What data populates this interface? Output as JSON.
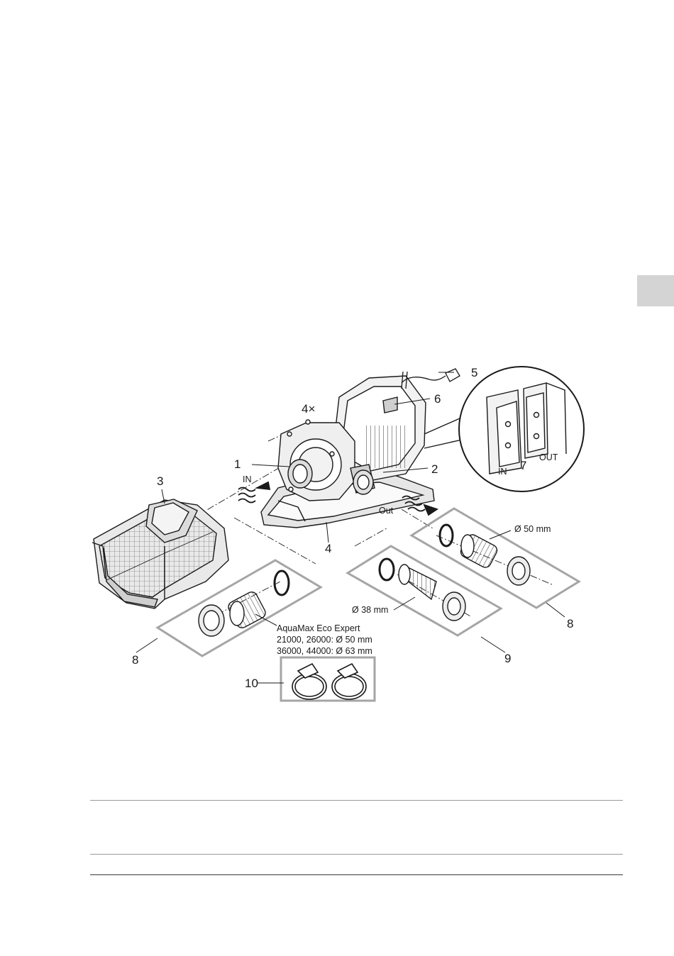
{
  "callouts": {
    "c1": "1",
    "c2": "2",
    "c3": "3",
    "c4": "4",
    "c4x": "4×",
    "c5": "5",
    "c6": "6",
    "c7": "7",
    "c8_left": "8",
    "c8_right": "8",
    "c9": "9",
    "c10": "10"
  },
  "labels": {
    "in_arrow": "IN",
    "out_arrow": "Out",
    "detail_in": "IN",
    "detail_out": "OUT",
    "dia_50": "Ø 50 mm",
    "dia_38": "Ø 38 mm"
  },
  "note": {
    "line1": "AquaMax Eco Expert",
    "line2": "21000, 26000: Ø 50 mm",
    "line3": "36000, 44000: Ø 63 mm"
  }
}
